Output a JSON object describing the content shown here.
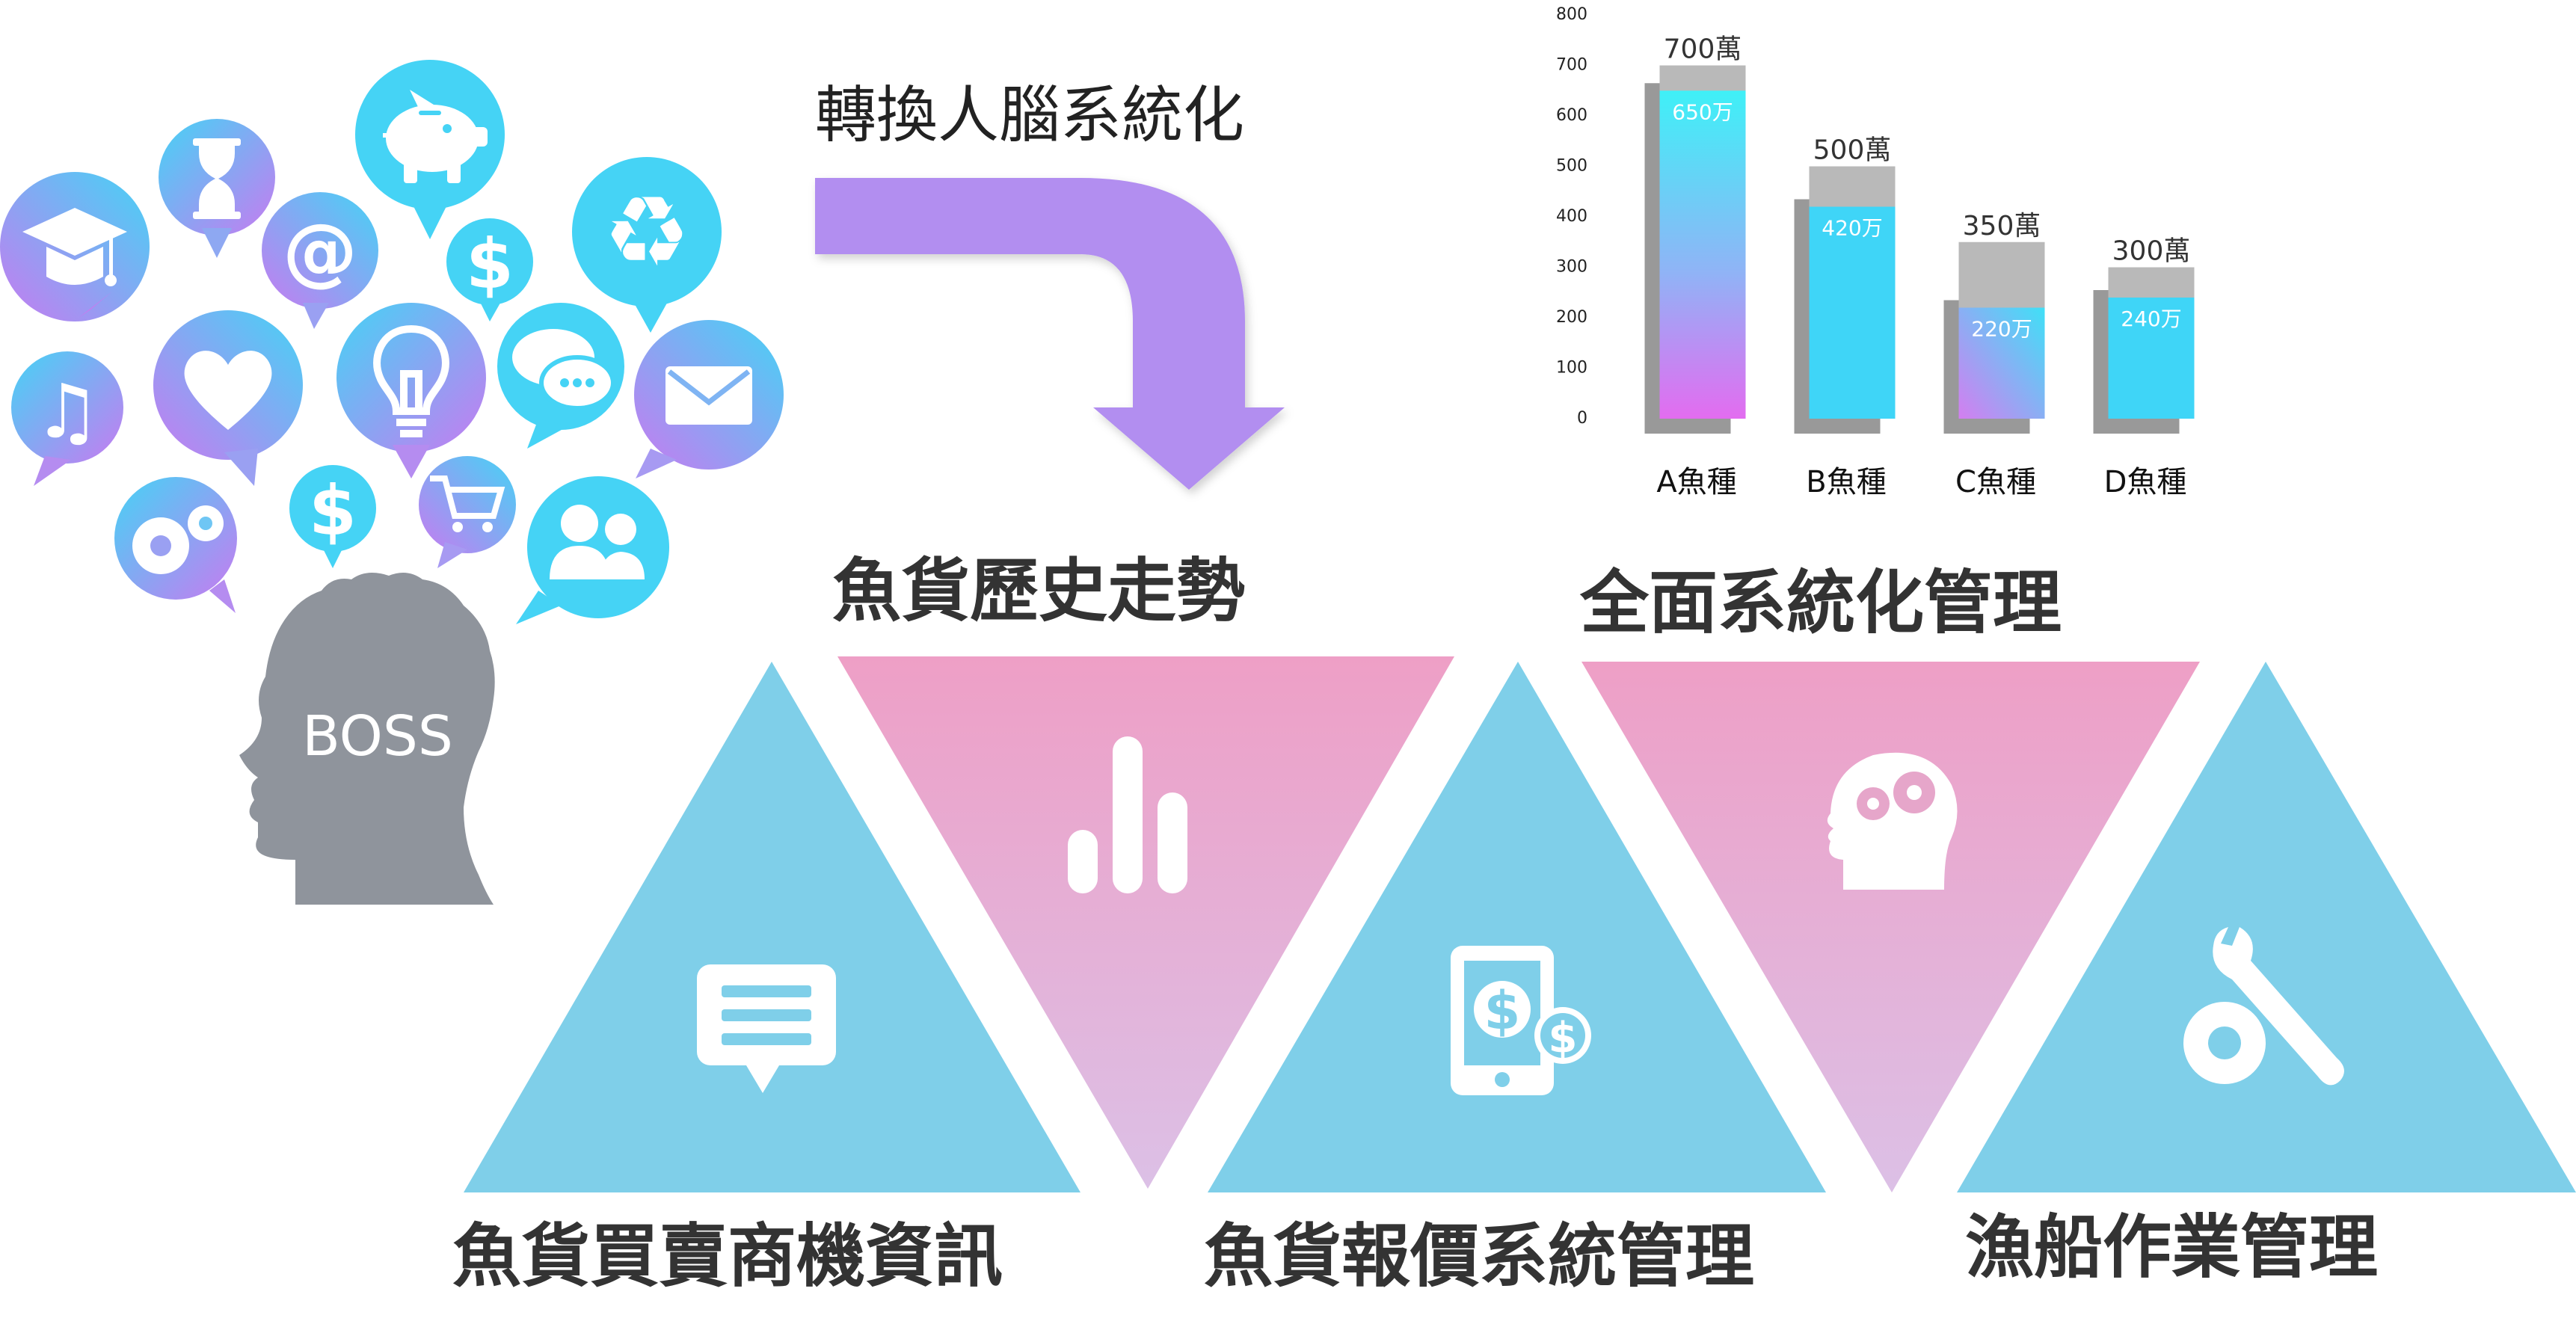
{
  "flow": {
    "caption": "轉換人腦系統化"
  },
  "person": {
    "label": "BOSS"
  },
  "sections": {
    "history": "魚貨歷史走勢",
    "management": "全面系統化管理",
    "trade_info": "魚貨買賣商機資訊",
    "quote_system": "魚貨報價系統管理",
    "boat_ops": "漁船作業管理"
  },
  "chart_data": {
    "type": "bar",
    "title": "",
    "xlabel": "",
    "ylabel": "",
    "ylim": [
      0,
      800
    ],
    "yticks": [
      0,
      100,
      200,
      300,
      400,
      500,
      600,
      700,
      800
    ],
    "categories": [
      "A魚種",
      "B魚種",
      "C魚種",
      "D魚種"
    ],
    "series": [
      {
        "values": [
          700,
          500,
          350,
          300
        ],
        "labels": [
          "700萬",
          "500萬",
          "350萬",
          "300萬"
        ]
      },
      {
        "values": [
          650,
          420,
          220,
          240
        ],
        "labels": [
          "650万",
          "420万",
          "220万",
          "240万"
        ]
      }
    ]
  },
  "icons": {
    "bubbles": [
      "graduation-cap-icon",
      "hourglass-icon",
      "piggy-bank-icon",
      "at-sign-icon",
      "dollar-icon",
      "recycle-icon",
      "music-note-icon",
      "heart-icon",
      "lightbulb-icon",
      "chat-icon",
      "mail-icon",
      "gears-icon",
      "dollar-icon",
      "shopping-cart-icon",
      "users-icon"
    ],
    "triangles": [
      "message-icon",
      "bar-chart-icon",
      "mobile-payment-icon",
      "mind-gears-icon",
      "wrench-gear-icon"
    ]
  },
  "colors": {
    "blue_triangle": "#7fcfe9",
    "pink_triangle": "#e6a6ca",
    "arrow": "#b28ef0",
    "boss_head": "#8f949c",
    "bubble_cyan": "#45d3f5",
    "bubble_purple": "#c77bf0",
    "bar_back": "#b9b9b9",
    "bar_shadow": "#999999",
    "bar_front": "#3fd5f7"
  }
}
